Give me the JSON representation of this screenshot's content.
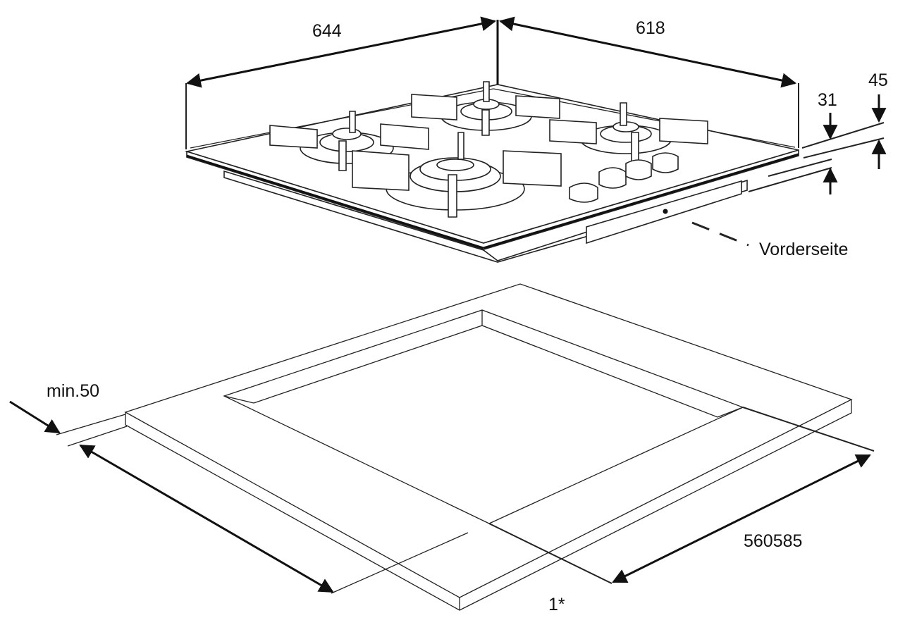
{
  "labels": {
    "dim_width_left": "644",
    "dim_width_right": "618",
    "dim_height_31": "31",
    "dim_height_45": "45",
    "front_side": "Vorderseite",
    "min_distance": "min.50",
    "cutout_depth": "560585",
    "note_marker": "1*"
  }
}
